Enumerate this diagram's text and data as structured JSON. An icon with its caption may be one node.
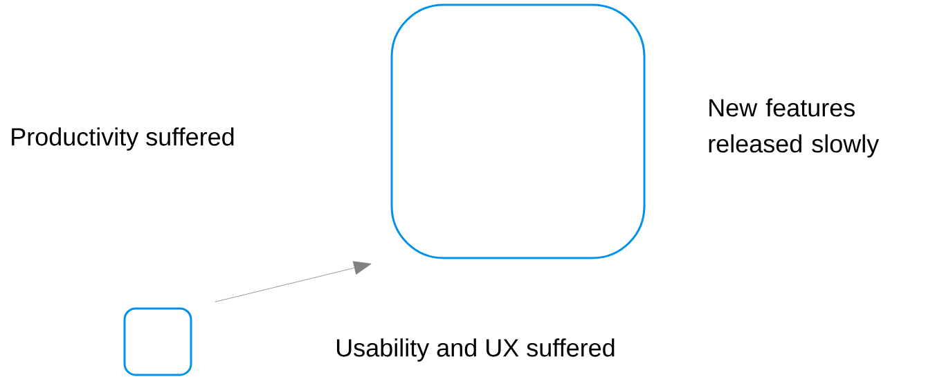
{
  "diagram": {
    "nodes": [
      {
        "text": [],
        "shape": "box"
      },
      {
        "text": [],
        "shape": "box"
      }
    ],
    "edges": [
      {
        "from": 0,
        "to": 1,
        "arrow": "to",
        "color": "#808080"
      }
    ],
    "labels": [
      "Productivity suffered",
      "New features released slowly",
      "Usability and UX suffered"
    ]
  }
}
